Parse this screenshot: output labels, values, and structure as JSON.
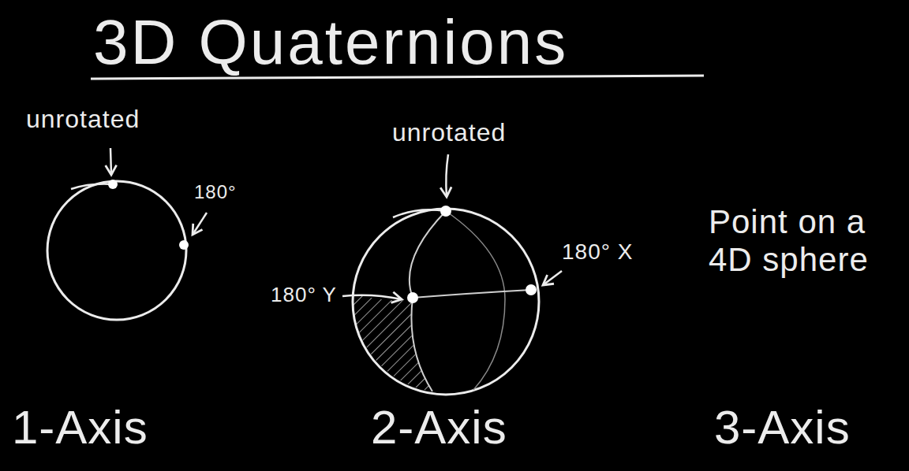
{
  "diagram": {
    "title": "3D Quaternions",
    "labels": [
      "unrotated",
      "180°",
      "unrotated",
      "180° X",
      "180° Y",
      "Point on a 4D sphere",
      "1-Axis",
      "2-Axis",
      "3-Axis"
    ]
  }
}
